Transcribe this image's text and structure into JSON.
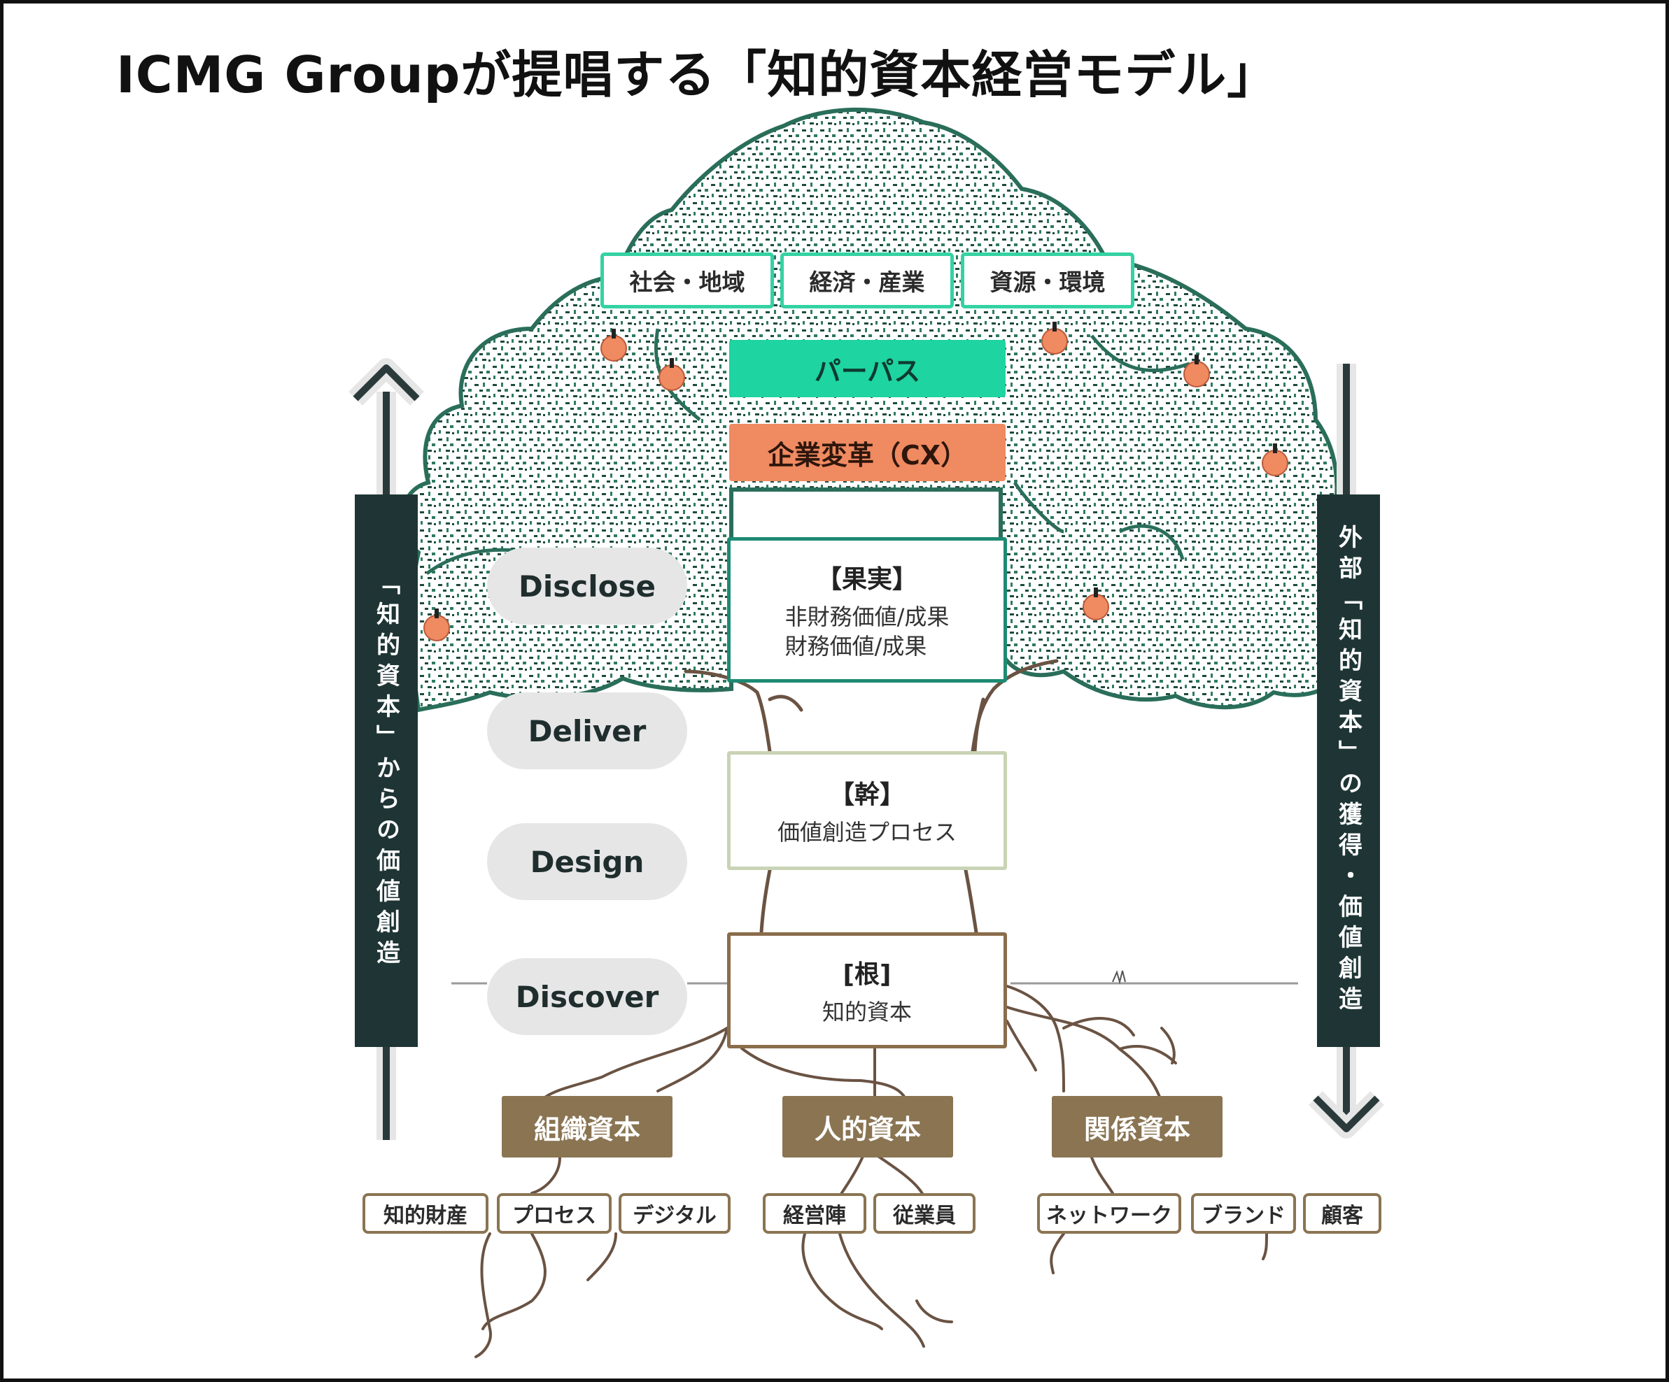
{
  "title": "ICMG Groupが提唱する「知的資本経営モデル」",
  "regions": [
    "社会・地域",
    "経済・産業",
    "資源・環境"
  ],
  "purpose": "パーパス",
  "transformation": "企業変革（CX）",
  "phases": [
    "Disclose",
    "Deliver",
    "Design",
    "Discover"
  ],
  "fruit": {
    "heading": "【果実】",
    "text": "非財務価値/成果\n財務価値/成果"
  },
  "trunk": {
    "heading": "【幹】",
    "text": "価値創造プロセス"
  },
  "root": {
    "heading": "[根]",
    "text": "知的資本"
  },
  "left_bar": "「知的資本」からの価値創造",
  "right_bar": "外部「知的資本」の獲得・価値創造",
  "capitals": [
    {
      "label": "組織資本",
      "items": [
        "知的財産",
        "プロセス",
        "デジタル"
      ]
    },
    {
      "label": "人的資本",
      "items": [
        "経営陣",
        "従業員"
      ]
    },
    {
      "label": "関係資本",
      "items": [
        "ネットワーク",
        "ブランド",
        "顧客"
      ]
    }
  ],
  "colors": {
    "canopy": "#2a6e5a",
    "purpose": "#1ed4a0",
    "cx": "#ef8a61",
    "bar": "#1f3535",
    "capital": "#8a7452",
    "fruit_border": "#1e8a73",
    "root_line": "#6a5343"
  }
}
